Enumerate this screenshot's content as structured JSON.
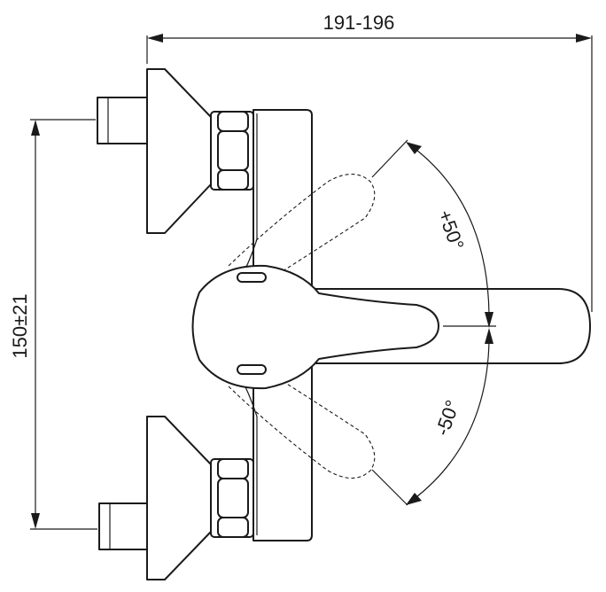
{
  "dimensions": {
    "width_label": "191-196",
    "height_label": "150±21",
    "angle_up_label": "+50°",
    "angle_down_label": "-50°"
  },
  "style": {
    "line_color": "#1a1a1a",
    "background": "#ffffff"
  }
}
